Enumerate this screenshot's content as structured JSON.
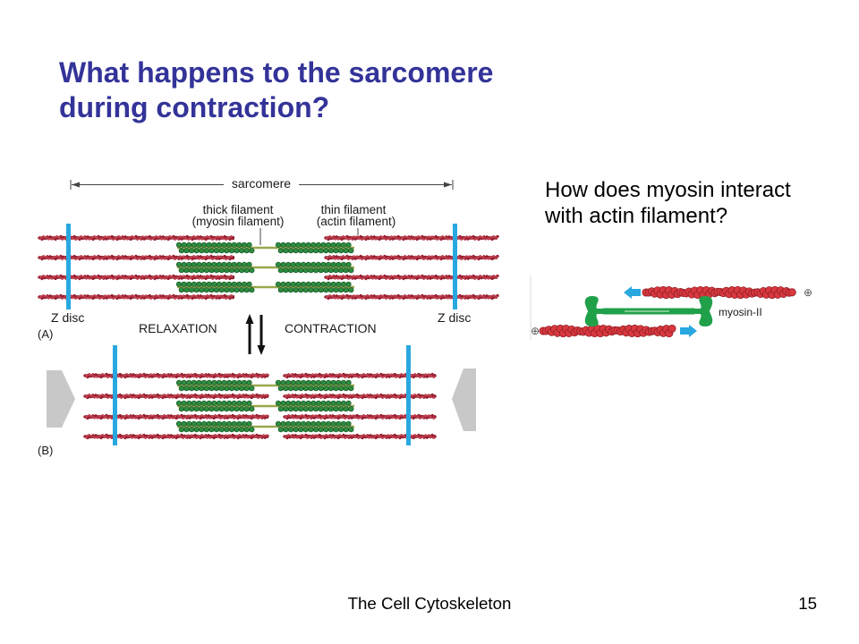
{
  "slide": {
    "title_lines": [
      "What happens to the sarcomere",
      "during contraction?"
    ],
    "question_lines": [
      "How does myosin interact",
      "with actin filament?"
    ],
    "footer_text": "The Cell Cytoskeleton",
    "page_number": "15"
  },
  "sarcomere_figure": {
    "sarcomere_label": "sarcomere",
    "thick_filament_label": [
      "thick filament",
      "(myosin filament)"
    ],
    "thin_filament_label": [
      "thin filament",
      "(actin filament)"
    ],
    "z_disc_left": "Z disc",
    "z_disc_right": "Z disc",
    "panel_a": "(A)",
    "panel_b": "(B)",
    "relaxation": "RELAXATION",
    "contraction": "CONTRACTION"
  },
  "myosin_figure": {
    "myosin_label": "myosin-II",
    "plus_end_symbol": "⊕"
  },
  "colors": {
    "title": "#333399",
    "z_disc": "#29A8E0",
    "actin_core": "#5E0E1B",
    "actin_strand_dark": "#9A1E31",
    "actin_strand_light": "#C2404F",
    "myosin_backbone": "#98A84E",
    "myosin_head": "#2E8C3E",
    "myosin_head_outline": "#17552A",
    "actin_subunit": "#D8383F",
    "actin_subunit_outline": "#8A1B22",
    "myosin_ii": "#21A04A",
    "myosin_ii_stripe": "#9ED8A8",
    "movement_arrow": "#29A8E0",
    "compression_arrow": "#C8C8C8",
    "label_text": "#1A1A1A"
  }
}
